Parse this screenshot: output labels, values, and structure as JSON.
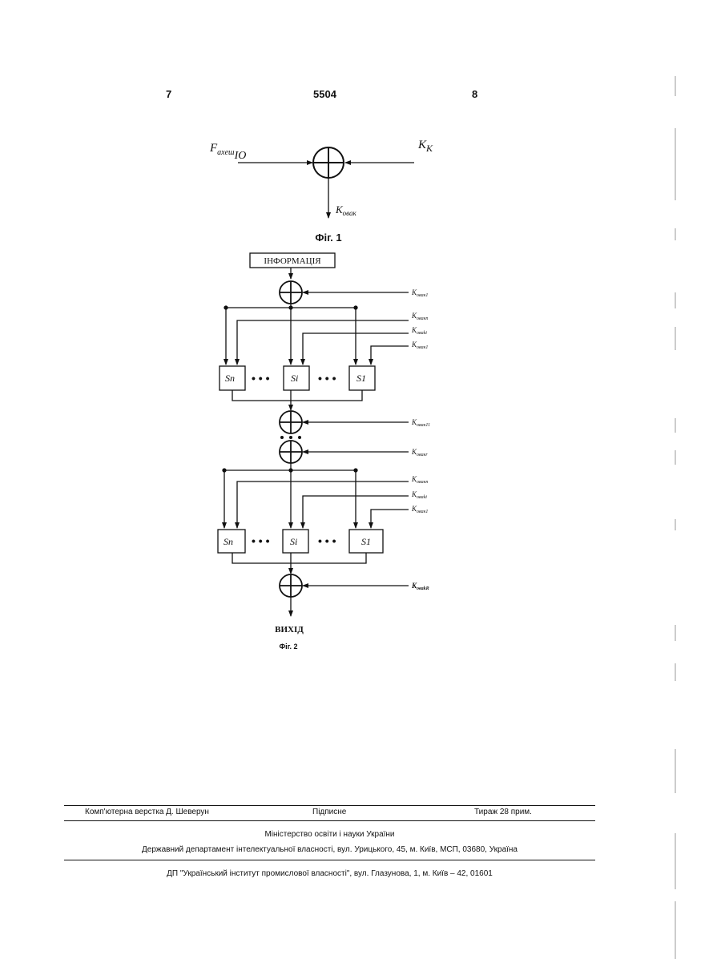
{
  "header": {
    "page_left": "7",
    "patent_number": "5504",
    "page_right": "8"
  },
  "fig1": {
    "input_left_main": "F",
    "input_left_sub": "axeш",
    "input_left_suffix": "IO",
    "input_right_main": "K",
    "input_right_sub": "K",
    "output_main": "K",
    "output_sub": "овак",
    "caption": "Фіг. 1"
  },
  "fig2": {
    "info_label": "ІНФОРМАЦІЯ",
    "box_labels": [
      "Sn",
      "Si",
      "S1"
    ],
    "key_main": "K",
    "key_subs_top": [
      "овак1",
      "овакn",
      "оваki",
      "овак1"
    ],
    "key_sub_xor2": "овак11",
    "key_sub_xor3": "овакr",
    "key_subs_bottom": [
      "овакn",
      "оваki",
      "овак1"
    ],
    "key_sub_final": "оваkR",
    "output_label": "ВИХІД",
    "caption": "Фіг. 2"
  },
  "imprint": {
    "left": "Комп'ютерна верстка Д. Шеверун",
    "center": "Підписне",
    "right": "Тираж 28 прим.",
    "ministry": "Міністерство освіти і науки України",
    "department": "Державний департамент інтелектуальної власності, вул. Урицького, 45, м. Київ, МСП, 03680, Україна",
    "institute": "ДП \"Український інститут промислової власності\", вул. Глазунова, 1, м. Київ – 42, 01601"
  }
}
